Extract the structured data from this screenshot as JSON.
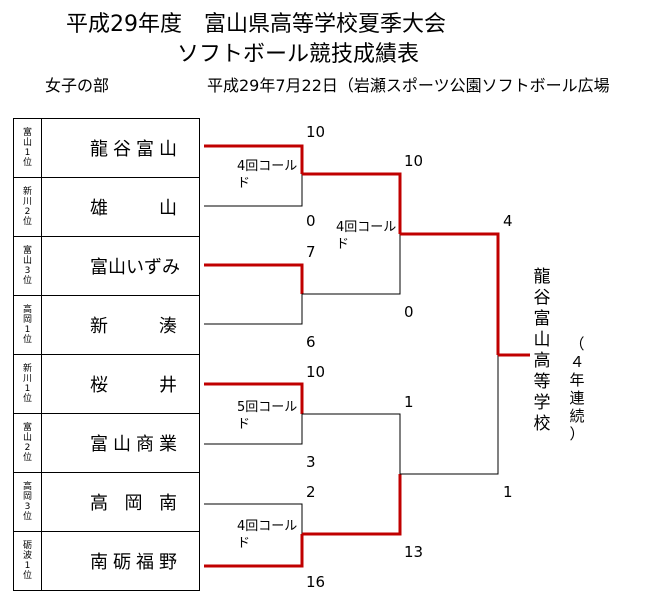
{
  "header": {
    "title_line1": "平成29年度　富山県高等学校夏季大会",
    "title_line2": "ソフトボール競技成績表",
    "division": "女子の部",
    "date_venue": "平成29年7月22日（岩瀬スポーツ公園ソフトボール広場"
  },
  "teams": [
    {
      "seed": [
        "富",
        "山",
        "1",
        "位"
      ],
      "name": [
        "龍",
        "谷",
        "富",
        "山"
      ]
    },
    {
      "seed": [
        "新",
        "川",
        "2",
        "位"
      ],
      "name": [
        "雄",
        "山"
      ]
    },
    {
      "seed": [
        "富",
        "山",
        "3",
        "位"
      ],
      "name": [
        "富",
        "山",
        "い",
        "ず",
        "み"
      ]
    },
    {
      "seed": [
        "高",
        "岡",
        "1",
        "位"
      ],
      "name": [
        "新",
        "湊"
      ]
    },
    {
      "seed": [
        "新",
        "川",
        "1",
        "位"
      ],
      "name": [
        "桜",
        "井"
      ]
    },
    {
      "seed": [
        "富",
        "山",
        "2",
        "位"
      ],
      "name": [
        "富",
        "山",
        "商",
        "業"
      ]
    },
    {
      "seed": [
        "高",
        "岡",
        "3",
        "位"
      ],
      "name": [
        "高",
        "岡",
        "南"
      ]
    },
    {
      "seed": [
        "砺",
        "波",
        "1",
        "位"
      ],
      "name": [
        "南",
        "砺",
        "福",
        "野"
      ]
    }
  ],
  "round1": [
    {
      "top_score": "10",
      "bottom_score": "0",
      "note": "4回コールド",
      "winner": "top"
    },
    {
      "top_score": "7",
      "bottom_score": "6",
      "note": "",
      "winner": "top"
    },
    {
      "top_score": "10",
      "bottom_score": "3",
      "note": "5回コールド",
      "winner": "top"
    },
    {
      "top_score": "2",
      "bottom_score": "16",
      "note": "4回コールド",
      "winner": "bottom"
    }
  ],
  "semifinal": [
    {
      "top_score": "10",
      "bottom_score": "0",
      "note": "4回コールド",
      "winner": "top"
    },
    {
      "top_score": "1",
      "bottom_score": "13",
      "note": "",
      "winner": "bottom"
    }
  ],
  "final": {
    "top_score": "4",
    "bottom_score": "1",
    "winner": "top"
  },
  "champion": {
    "name": [
      "龍",
      "谷",
      "富",
      "山",
      "高",
      "等",
      "学",
      "校"
    ],
    "note": [
      "（",
      "４",
      "年",
      "連",
      "続",
      "）"
    ]
  },
  "colors": {
    "winner_line": "#c00000",
    "line": "#000000"
  }
}
